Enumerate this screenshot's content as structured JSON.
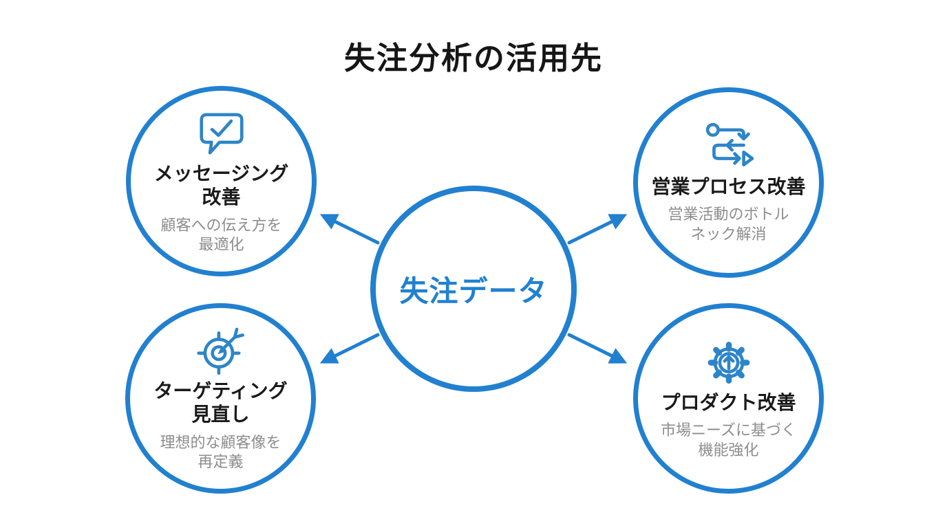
{
  "title": "失注分析の活用先",
  "colors": {
    "accent": "#2180d0",
    "icon_stroke": "#2d85c8",
    "node_title": "#1a1a1a",
    "node_subtitle": "#8d8d8d",
    "background": "#ffffff"
  },
  "center": {
    "label": "失注データ"
  },
  "nodes": [
    {
      "id": "messaging",
      "icon": "speech-bubble-check-icon",
      "title": "メッセージング\n改善",
      "subtitle": "顧客への伝え方を\n最適化"
    },
    {
      "id": "sales-process",
      "icon": "process-flow-icon",
      "title": "営業プロセス改善",
      "subtitle": "営業活動のボトル\nネック解消"
    },
    {
      "id": "targeting",
      "icon": "target-dart-icon",
      "title": "ターゲティング\n見直し",
      "subtitle": "理想的な顧客像を\n再定義"
    },
    {
      "id": "product",
      "icon": "gear-upgrade-icon",
      "title": "プロダクト改善",
      "subtitle": "市場ニーズに基づく\n機能強化"
    }
  ]
}
